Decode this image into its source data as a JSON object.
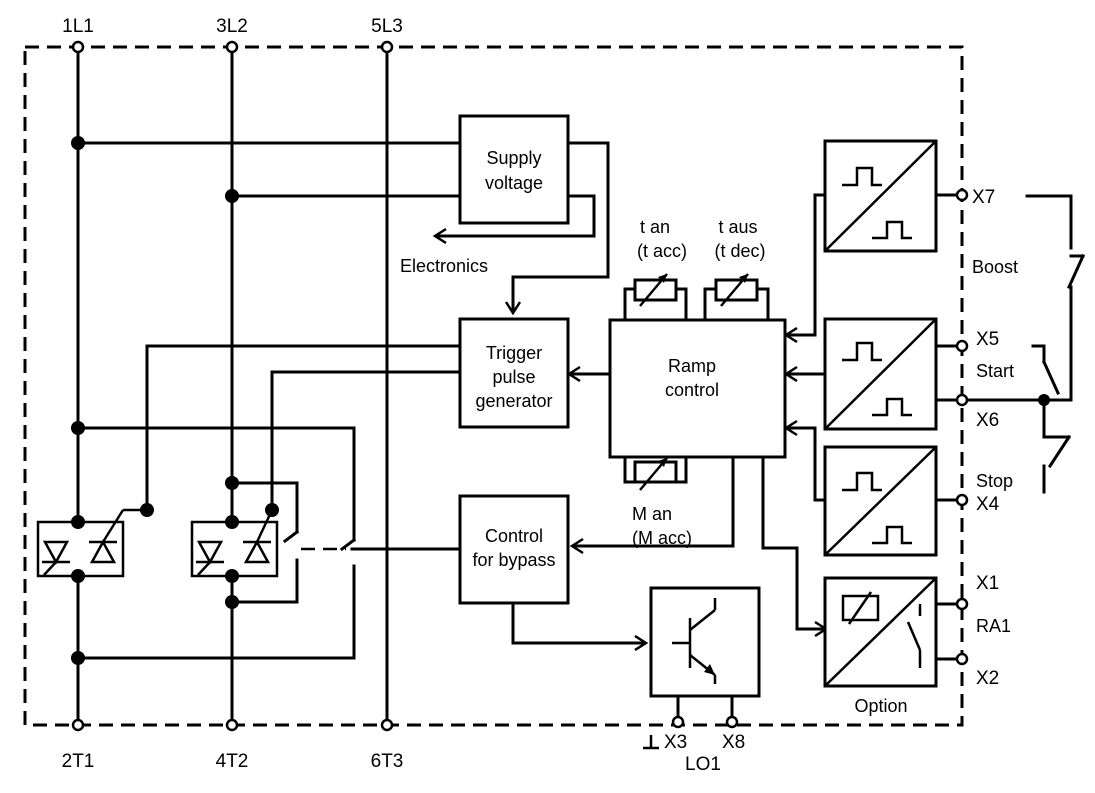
{
  "terminals": {
    "l1": "1L1",
    "l2": "3L2",
    "l3": "5L3",
    "t1": "2T1",
    "t2": "4T2",
    "t3": "6T3",
    "x7": "X7",
    "x5": "X5",
    "x6": "X6",
    "x4": "X4",
    "x1": "X1",
    "x2": "X2",
    "x3": "X3",
    "x8": "X8"
  },
  "labels": {
    "boost": "Boost",
    "start": "Start",
    "stop": "Stop",
    "ra1": "RA1",
    "lo1": "LO1",
    "option": "Option",
    "electronics": "Electronics",
    "t_an": "t an",
    "t_acc": "(t acc)",
    "t_aus": "t aus",
    "t_dec": "(t dec)",
    "m_an": "M an",
    "m_acc": "(M acc)"
  },
  "blocks": {
    "supply": [
      "Supply",
      "voltage"
    ],
    "trigger": [
      "Trigger",
      "pulse",
      "generator"
    ],
    "ramp": [
      "Ramp",
      "control"
    ],
    "bypass": [
      "Control",
      "for bypass"
    ]
  }
}
